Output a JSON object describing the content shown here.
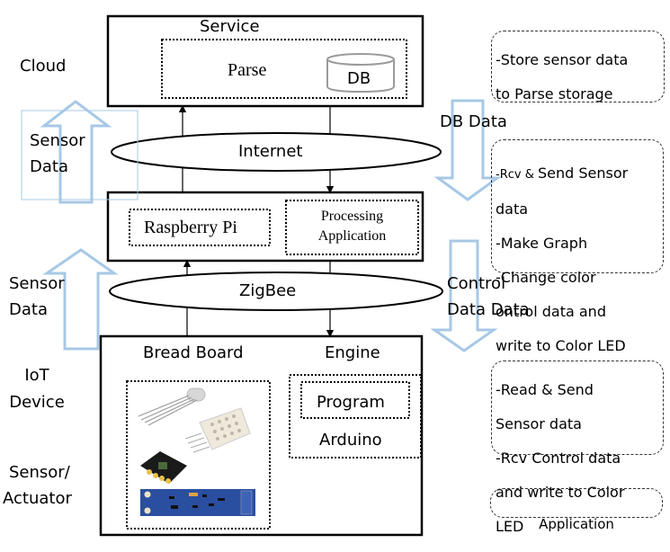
{
  "layers": {
    "cloud": "Cloud",
    "sensor_data_upper": [
      "Sensor",
      "Data"
    ],
    "sensor_data_lower": [
      "Sensor",
      "Data"
    ],
    "iot_device": [
      "IoT",
      "Device"
    ],
    "sensor_actuator": [
      "Sensor/",
      "Actuator"
    ]
  },
  "service_box": {
    "title": "Service",
    "parse_label": "Parse",
    "db_label": "DB"
  },
  "networks": {
    "internet": "Internet",
    "zigbee": "ZigBee"
  },
  "gateway_box": {
    "raspberry_pi": "Raspberry Pi",
    "processing_app": [
      "Processing",
      "Application"
    ]
  },
  "device_box": {
    "bread_board": "Bread Board",
    "engine": "Engine",
    "program": "Program",
    "arduino": "Arduino",
    "components": [
      "rgb-led",
      "humidity-sensor",
      "color-sensor-chip",
      "light-sensor-module"
    ]
  },
  "flows": {
    "db_data": "DB Data",
    "control_data": [
      "Control",
      "Data Data"
    ]
  },
  "notes": {
    "cloud_note": [
      "-Store sensor data",
      "to Parse storage"
    ],
    "gateway_note_prefix": "-Rcv & ",
    "gateway_note": [
      "Send Sensor",
      "data",
      "-Make Graph",
      "-Change color",
      "ontrol data and",
      "write to Color LED"
    ],
    "device_note": [
      "-Read & Send",
      "Sensor data",
      "-Rcv Control data",
      "and write to Color",
      "LED"
    ],
    "legend": "Application"
  },
  "colors": {
    "arrow_outline": "#a7c8e6",
    "border": "#000000",
    "db_outline": "#9a9a9a"
  }
}
